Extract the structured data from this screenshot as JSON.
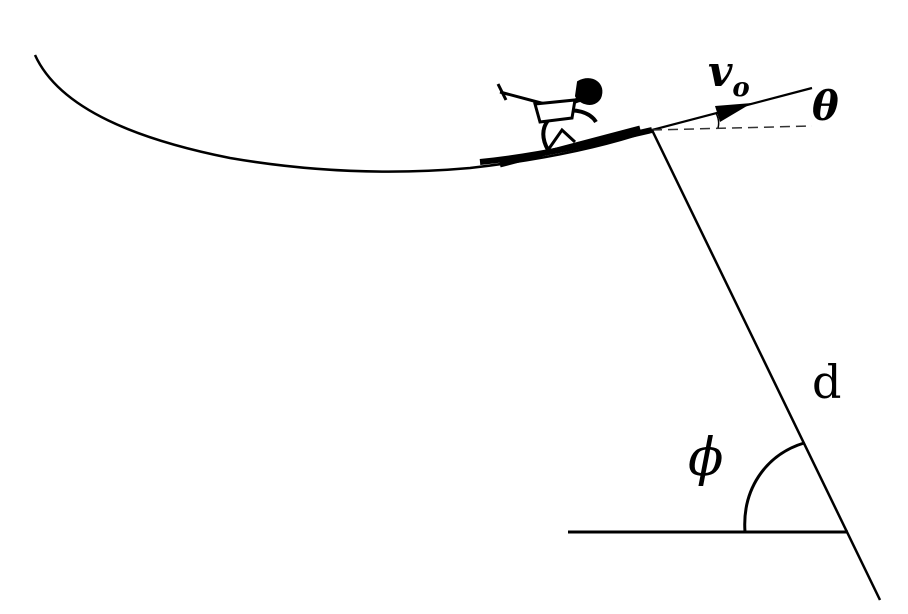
{
  "labels": {
    "velocity_symbol": "v",
    "velocity_subscript": "o",
    "launch_angle": "θ",
    "slope_distance": "d",
    "slope_angle": "ϕ"
  },
  "colors": {
    "ink": "#000000",
    "background": "#ffffff",
    "reference_line": "#333333"
  },
  "icons": {
    "skier": "skier-icon",
    "velocity_arrow": "arrow-icon"
  }
}
